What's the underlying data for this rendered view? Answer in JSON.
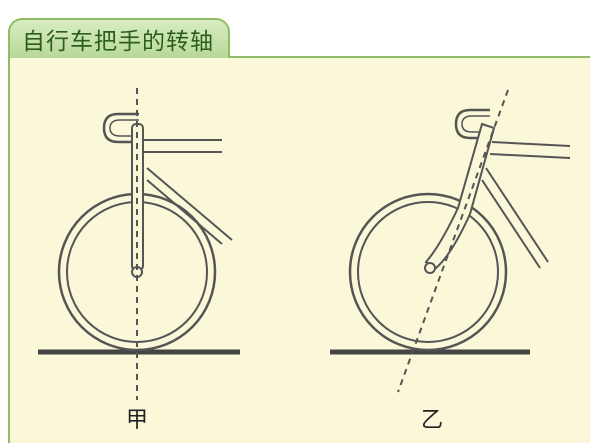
{
  "header": {
    "title": "自行车把手的转轴"
  },
  "figures": [
    {
      "label": "甲"
    },
    {
      "label": "乙"
    }
  ],
  "colors": {
    "panel_background": "#fbf7d9",
    "panel_border": "#8dbd66",
    "tab_gradient_top": "#d8ecc2",
    "tab_gradient_bottom": "#b7d998",
    "title_text": "#2b5e1c",
    "line": "#555555"
  }
}
